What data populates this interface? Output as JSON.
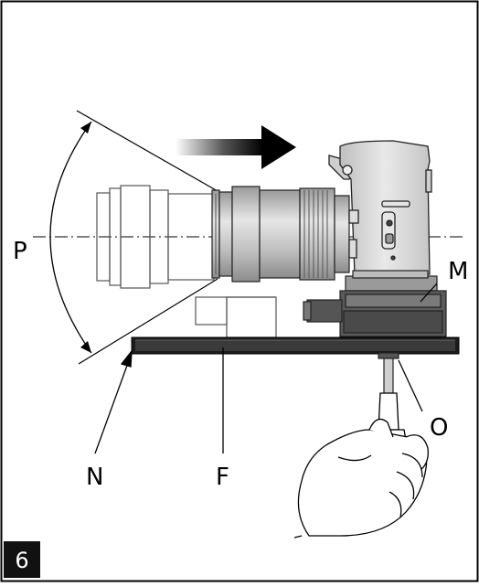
{
  "figure": {
    "labels": {
      "p": "P",
      "m": "M",
      "n": "N",
      "f": "F",
      "o": "O"
    },
    "step_badge": "6"
  },
  "colors": {
    "frame": "#000000",
    "badge_bg": "#111111",
    "badge_text": "#ffffff",
    "camera_body": "#d7d7d7",
    "camera_dark": "#4a4a4a",
    "lens_grey": "#bdbdbd",
    "ghost_outline": "#555555",
    "rail_dark": "#2a2a2a",
    "arrow_black": "#000000"
  },
  "icons": {
    "camera": "dslr-camera",
    "lens": "zoom-lens",
    "ghost_lens": "lens-ghost-position",
    "hand": "hand-with-screwdriver",
    "motion_arrow": "gradient-right-arrow"
  }
}
